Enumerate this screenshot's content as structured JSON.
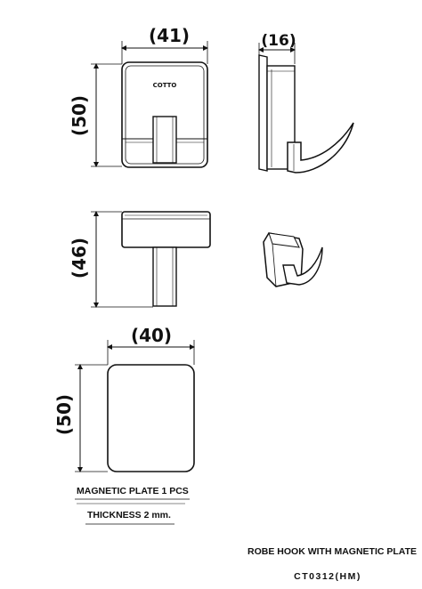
{
  "front_view": {
    "width_label": "(41)",
    "height_label": "(50)",
    "logo_text": "COTTO"
  },
  "side_view": {
    "depth_label": "(16)"
  },
  "top_view": {
    "height_label": "(46)"
  },
  "plate_view": {
    "width_label": "(40)",
    "height_label": "(50)"
  },
  "notes": {
    "plate_qty": "MAGNETIC PLATE 1 PCS",
    "thickness": "THICKNESS 2 mm.",
    "product_name": "ROBE HOOK WITH MAGNETIC PLATE",
    "model_code": "CT0312(HM)"
  }
}
